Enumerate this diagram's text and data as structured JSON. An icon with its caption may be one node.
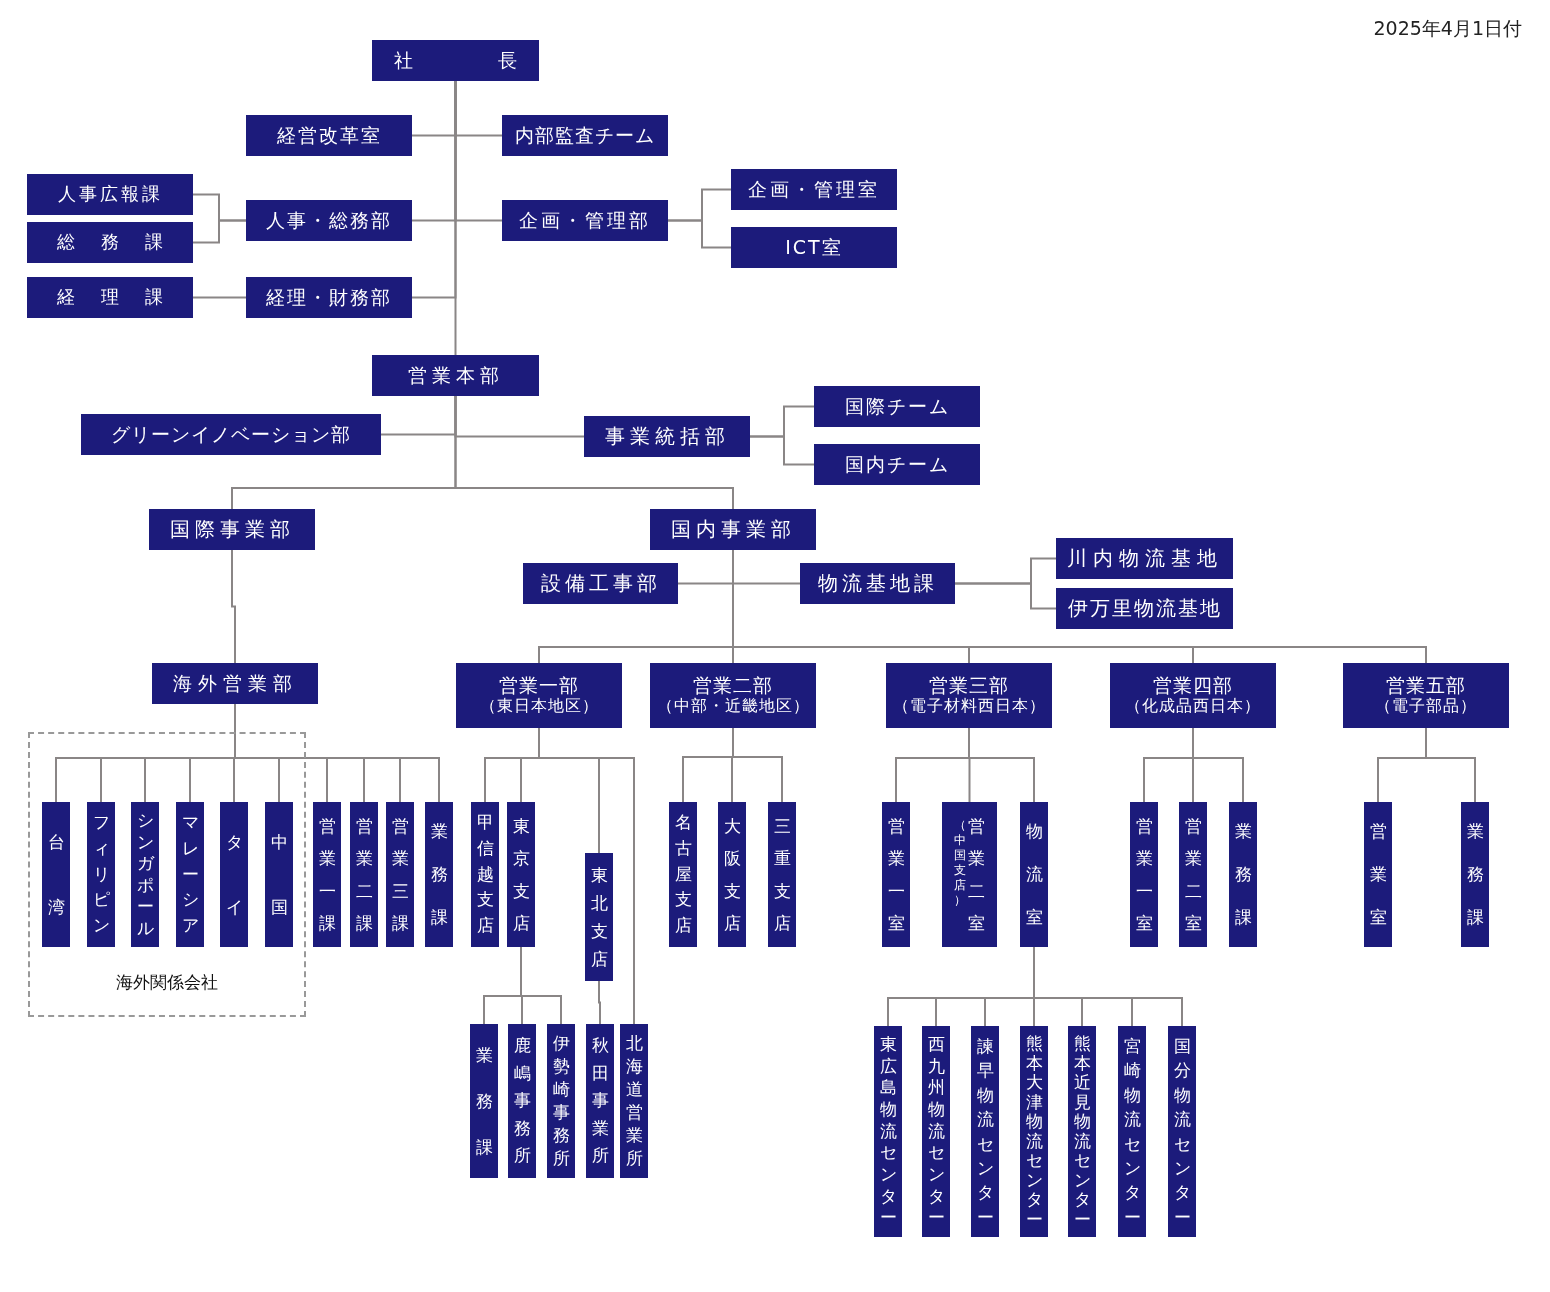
{
  "diagram": {
    "nodes": [
      {
        "text": [
          "社長"
        ]
      },
      {
        "text": [
          "経営改革室"
        ]
      },
      {
        "text": [
          "内部監査チーム"
        ]
      },
      {
        "text": [
          "人事広報課"
        ]
      },
      {
        "text": [
          "総務課"
        ]
      },
      {
        "text": [
          "人事・総務部"
        ]
      },
      {
        "text": [
          "企画・管理部"
        ]
      },
      {
        "text": [
          "企画・管理室"
        ]
      },
      {
        "text": [
          "ICT室"
        ]
      },
      {
        "text": [
          "経理課"
        ]
      },
      {
        "text": [
          "経理・財務部"
        ]
      },
      {
        "text": [
          "営業本部"
        ]
      },
      {
        "text": [
          "グリーンイノベーション部"
        ]
      },
      {
        "text": [
          "事業統括部"
        ]
      },
      {
        "text": [
          "国際チーム"
        ]
      },
      {
        "text": [
          "国内チーム"
        ]
      },
      {
        "text": [
          "国際事業部"
        ]
      },
      {
        "text": [
          "国内事業部"
        ]
      },
      {
        "text": [
          "設備工事部"
        ]
      },
      {
        "text": [
          "物流基地課"
        ]
      },
      {
        "text": [
          "川内物流基地"
        ]
      },
      {
        "text": [
          "伊万里物流基地"
        ]
      },
      {
        "text": [
          "海外営業部"
        ]
      },
      {
        "text": [
          "営業一部",
          "（東日本地区）"
        ]
      },
      {
        "text": [
          "営業二部",
          "（中部・近畿地区）"
        ]
      },
      {
        "text": [
          "営業三部",
          "（電子材料西日本）"
        ]
      },
      {
        "text": [
          "営業四部",
          "（化成品西日本）"
        ]
      },
      {
        "text": [
          "営業五部",
          "（電子部品）"
        ]
      },
      {
        "text": [
          "海外関係会社"
        ]
      },
      {
        "text": [
          "台湾"
        ],
        "in": 28
      },
      {
        "text": [
          "フィリピン"
        ],
        "in": 28
      },
      {
        "text": [
          "シンガポール"
        ],
        "in": 28
      },
      {
        "text": [
          "マレーシア"
        ],
        "in": 28
      },
      {
        "text": [
          "タイ"
        ],
        "in": 28
      },
      {
        "text": [
          "中国"
        ],
        "in": 28
      },
      {
        "text": [
          "営業一課"
        ]
      },
      {
        "text": [
          "営業二課"
        ]
      },
      {
        "text": [
          "営業三課"
        ]
      },
      {
        "text": [
          "業務課"
        ]
      },
      {
        "text": [
          "甲信越支店"
        ]
      },
      {
        "text": [
          "東京支店"
        ]
      },
      {
        "text": [
          "東北支店"
        ]
      },
      {
        "text": [
          "業務課"
        ]
      },
      {
        "text": [
          "鹿嶋事務所"
        ]
      },
      {
        "text": [
          "伊勢崎事務所"
        ]
      },
      {
        "text": [
          "秋田事業所"
        ]
      },
      {
        "text": [
          "北海道営業所"
        ]
      },
      {
        "text": [
          "名古屋支店"
        ]
      },
      {
        "text": [
          "大阪支店"
        ]
      },
      {
        "text": [
          "三重支店"
        ]
      },
      {
        "text": [
          "営業一室"
        ]
      },
      {
        "text": [
          "（中国支店）",
          "営業二室"
        ]
      },
      {
        "text": [
          "物流室"
        ]
      },
      {
        "text": [
          "営業一室"
        ]
      },
      {
        "text": [
          "営業二室"
        ]
      },
      {
        "text": [
          "業務課"
        ]
      },
      {
        "text": [
          "営業室"
        ]
      },
      {
        "text": [
          "業務課"
        ]
      },
      {
        "text": [
          "東広島物流センター"
        ]
      },
      {
        "text": [
          "西九州物流センター"
        ]
      },
      {
        "text": [
          "諫早物流センター"
        ]
      },
      {
        "text": [
          "熊本大津物流センター"
        ]
      },
      {
        "text": [
          "熊本近見物流センター"
        ]
      },
      {
        "text": [
          "宮崎物流センター"
        ]
      },
      {
        "text": [
          "国分物流センター"
        ]
      }
    ],
    "edges": [
      {
        "from": 0,
        "to": 1,
        "arrow": "none"
      },
      {
        "from": 0,
        "to": 2,
        "arrow": "none"
      },
      {
        "from": 0,
        "to": 5,
        "arrow": "none"
      },
      {
        "from": 0,
        "to": 6,
        "arrow": "none"
      },
      {
        "from": 0,
        "to": 10,
        "arrow": "none"
      },
      {
        "from": 0,
        "to": 11,
        "arrow": "none"
      },
      {
        "from": 5,
        "to": 3,
        "arrow": "none"
      },
      {
        "from": 5,
        "to": 4,
        "arrow": "none"
      },
      {
        "from": 6,
        "to": 7,
        "arrow": "none"
      },
      {
        "from": 6,
        "to": 8,
        "arrow": "none"
      },
      {
        "from": 10,
        "to": 9,
        "arrow": "none"
      },
      {
        "from": 11,
        "to": 12,
        "arrow": "none"
      },
      {
        "from": 11,
        "to": 13,
        "arrow": "none"
      },
      {
        "from": 13,
        "to": 14,
        "arrow": "none"
      },
      {
        "from": 13,
        "to": 15,
        "arrow": "none"
      },
      {
        "from": 11,
        "to": 16,
        "arrow": "none"
      },
      {
        "from": 11,
        "to": 17,
        "arrow": "none"
      },
      {
        "from": 17,
        "to": 18,
        "arrow": "none"
      },
      {
        "from": 17,
        "to": 19,
        "arrow": "none"
      },
      {
        "from": 19,
        "to": 20,
        "arrow": "none"
      },
      {
        "from": 19,
        "to": 21,
        "arrow": "none"
      },
      {
        "from": 16,
        "to": 22,
        "arrow": "none"
      },
      {
        "from": 17,
        "to": 23,
        "arrow": "none"
      },
      {
        "from": 17,
        "to": 24,
        "arrow": "none"
      },
      {
        "from": 17,
        "to": 25,
        "arrow": "none"
      },
      {
        "from": 17,
        "to": 26,
        "arrow": "none"
      },
      {
        "from": 17,
        "to": 27,
        "arrow": "none"
      },
      {
        "from": 22,
        "to": 29,
        "arrow": "none"
      },
      {
        "from": 22,
        "to": 30,
        "arrow": "none"
      },
      {
        "from": 22,
        "to": 31,
        "arrow": "none"
      },
      {
        "from": 22,
        "to": 32,
        "arrow": "none"
      },
      {
        "from": 22,
        "to": 33,
        "arrow": "none"
      },
      {
        "from": 22,
        "to": 34,
        "arrow": "none"
      },
      {
        "from": 22,
        "to": 35,
        "arrow": "none"
      },
      {
        "from": 22,
        "to": 36,
        "arrow": "none"
      },
      {
        "from": 22,
        "to": 37,
        "arrow": "none"
      },
      {
        "from": 22,
        "to": 38,
        "arrow": "none"
      },
      {
        "from": 23,
        "to": 39,
        "arrow": "none"
      },
      {
        "from": 23,
        "to": 40,
        "arrow": "none"
      },
      {
        "from": 23,
        "to": 41,
        "arrow": "none"
      },
      {
        "from": 23,
        "to": 46,
        "arrow": "none"
      },
      {
        "from": 40,
        "to": 42,
        "arrow": "none"
      },
      {
        "from": 40,
        "to": 43,
        "arrow": "none"
      },
      {
        "from": 40,
        "to": 44,
        "arrow": "none"
      },
      {
        "from": 41,
        "to": 45,
        "arrow": "none"
      },
      {
        "from": 24,
        "to": 47,
        "arrow": "none"
      },
      {
        "from": 24,
        "to": 48,
        "arrow": "none"
      },
      {
        "from": 24,
        "to": 49,
        "arrow": "none"
      },
      {
        "from": 25,
        "to": 50,
        "arrow": "none"
      },
      {
        "from": 25,
        "to": 51,
        "arrow": "none"
      },
      {
        "from": 25,
        "to": 52,
        "arrow": "none"
      },
      {
        "from": 52,
        "to": 58,
        "arrow": "none"
      },
      {
        "from": 52,
        "to": 59,
        "arrow": "none"
      },
      {
        "from": 52,
        "to": 60,
        "arrow": "none"
      },
      {
        "from": 52,
        "to": 61,
        "arrow": "none"
      },
      {
        "from": 52,
        "to": 62,
        "arrow": "none"
      },
      {
        "from": 52,
        "to": 63,
        "arrow": "none"
      },
      {
        "from": 52,
        "to": 64,
        "arrow": "none"
      },
      {
        "from": 26,
        "to": 53,
        "arrow": "none"
      },
      {
        "from": 26,
        "to": 54,
        "arrow": "none"
      },
      {
        "from": 26,
        "to": 55,
        "arrow": "none"
      },
      {
        "from": 27,
        "to": 56,
        "arrow": "none"
      },
      {
        "from": 27,
        "to": 57,
        "arrow": "none"
      }
    ],
    "labels": [
      "2025年4月1日付"
    ]
  }
}
